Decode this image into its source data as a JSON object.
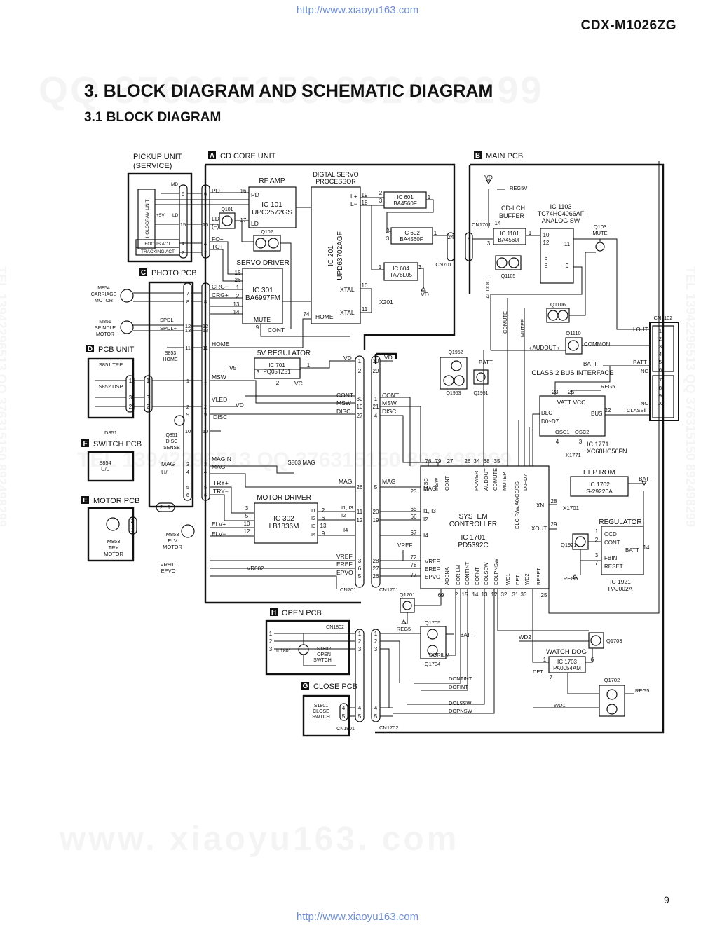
{
  "header": {
    "url_top": "http://www.xiaoyu163.com",
    "model": "CDX-M1026ZG",
    "title": "3. BLOCK DIAGRAM AND SCHEMATIC DIAGRAM",
    "subtitle": "3.1 BLOCK DIAGRAM"
  },
  "footer": {
    "url_bottom": "http://www.xiaoyu163.com",
    "page_number": "9"
  },
  "watermarks": {
    "top": "QQ 376315150  892498299",
    "bottom": "www. xiaoyu163. com",
    "side": "TEL 13942296513  QQ 376315150  892498299",
    "mid": "TEL 13942296513    QQ 376315150  892498299"
  },
  "sections": {
    "pickup": "PICKUP UNIT",
    "pickup_sub": "(SERVICE)",
    "A": {
      "letter": "A",
      "name": "CD CORE UNIT"
    },
    "B": {
      "letter": "B",
      "name": "MAIN PCB"
    },
    "C": {
      "letter": "C",
      "name": "PHOTO PCB"
    },
    "D": {
      "letter": "D",
      "name": "PCB UNIT"
    },
    "E": {
      "letter": "E",
      "name": "MOTOR PCB"
    },
    "F": {
      "letter": "F",
      "name": "SWITCH PCB"
    },
    "G": {
      "letter": "G",
      "name": "CLOSE PCB"
    },
    "H": {
      "letter": "H",
      "name": "OPEN PCB"
    }
  },
  "ics": {
    "ic101": {
      "func": "RF  AMP",
      "ref": "IC 101",
      "part": "UPC2572GS"
    },
    "ic201": {
      "func1": "DIGTAL SERVO",
      "func2": "PROCESSOR",
      "ref": "IC 201",
      "part": "UPD63702AGF"
    },
    "ic601": {
      "ref": "IC 601",
      "part": "BA4560F"
    },
    "ic602": {
      "ref": "IC 602",
      "part": "BA4560F"
    },
    "ic604": {
      "ref": "IC 604",
      "part": "TA78L05"
    },
    "ic301": {
      "func": "SERVO DRIVER",
      "ref": "IC 301",
      "part": "BA6997FM"
    },
    "ic701": {
      "func": "5V REGULATOR",
      "ref": "IC 701",
      "part": "PQ05TZ51"
    },
    "ic302": {
      "func": "MOTOR  DRIVER",
      "ref": "IC 302",
      "part": "LB1836M"
    },
    "ic1101": {
      "func1": "CD-LCH",
      "func2": "BUFFER",
      "ref": "IC 1101",
      "part": "BA4560F"
    },
    "ic1103": {
      "ref": "IC 1103",
      "part": "TC74HC4066AF",
      "func": "ANALOG SW"
    },
    "ic1771": {
      "func": "CLASS 2 BUS  INTERFACE",
      "ref": "IC 1771",
      "part": "XC68HC56FN"
    },
    "ic1702": {
      "func": "EEP ROM",
      "ref": "IC 1702",
      "part": "S-29220A"
    },
    "ic1701": {
      "func1": "SYSTEM",
      "func2": "CONTROLLER",
      "ref": "IC 1701",
      "part": "PD5392C"
    },
    "ic1921": {
      "func": "REGULATOR",
      "ref": "IC 1921",
      "part": "PAJ002A"
    },
    "ic1703": {
      "func": "WATCH DOG",
      "ref": "IC 1703",
      "part": "PA0054AM"
    }
  },
  "labels": {
    "hologram": "HOLOGRAM UNIT",
    "md": "MD",
    "p5v": "+5V",
    "ld": "LD",
    "focus_act": "FOCUS ACT",
    "tracking_act": "TRACKING ACT",
    "pd": "PD",
    "ld_neg": "(−)",
    "q101": "Q101",
    "q102": "Q102",
    "fo": "FO+",
    "to": "TO+",
    "l_plus": "L+",
    "l_minus": "L−",
    "xtal": "XTAL",
    "home": "HOME",
    "x201": "X201",
    "vd": "VD",
    "cn701": "CN701",
    "crg_m": "CRG−",
    "crg_p": "CRG+",
    "mute": "MUTE",
    "cont": "CONT",
    "m854": "M854",
    "carriage": "CARRIAGE",
    "motor": "MOTOR",
    "m851": "M851",
    "spindle": "SPINDLE",
    "spdl_m": "SPDL−",
    "spdl_p": "SPDL+",
    "s853": "S853",
    "s851": "S851 TRP",
    "s852": "S852 DSP",
    "d851": "D851",
    "msw": "MSW",
    "vled": "VLED",
    "disc": "DISC",
    "q851": "Q851",
    "sense": "SENSE",
    "s854": "S854",
    "ul": "U/L",
    "mag": "MAG",
    "magin": "MAGIN",
    "s803": "S803  MAG",
    "try_p": "TRY+",
    "try_m": "TRY−",
    "m853": "M853",
    "try": "TRY",
    "elv": "ELV",
    "elv_p": "ELV+",
    "elv_m": "ELV−",
    "i1": "I1",
    "i2": "I2",
    "i3": "I3",
    "i4": "I4",
    "i1i3": "I1, I3",
    "vr801": "VR801",
    "epvo": "EPVO",
    "vr802": "VR802",
    "vref": "VREF",
    "eref": "EREF",
    "v5": "V5",
    "vc": "VC",
    "cn1701": "CN1701",
    "reg5v": "REG5V",
    "q103": "Q103",
    "q1105": "Q1105",
    "audout": "AUDOUT",
    "cdmute": "CDMUTE",
    "mutep": "MUTEP",
    "q1106": "Q1106",
    "cn1102": "CN1102",
    "lout": "LOUT",
    "q1110": "Q1110",
    "common": "COMMON",
    "audout_br": "‹ AUDOUT ›",
    "batt": "BATT",
    "nc": "NC",
    "class2": "CLASSⅡ",
    "reg5": "REG5",
    "vatt_vcc": "VATT  VCC",
    "dlc": "DLC",
    "d0d7": "D0~D7",
    "bus": "BUS",
    "osc1": "OSC1",
    "osc2": "OSC2",
    "x1771": "X1771",
    "q1952": "Q1952",
    "q1953": "Q1953",
    "q1951": "Q1951",
    "power": "POWER",
    "dlc_rw": "DLC-R/W,A0/CE/CS",
    "xn": "XN",
    "xout": "XOUT",
    "x1701": "X1701",
    "adena": "ADENA",
    "dorilm": "DORILM",
    "dontint": "DONTINT",
    "dofnt": "DOFNT",
    "dolssw": "DOLSSW",
    "dolpnsw": "DOLPNSW",
    "wd1": "WD1",
    "det": "DET",
    "wd2": "WD2",
    "reset": "RESET",
    "q1701": "Q1701",
    "ocd": "OCD",
    "fbin": "FBIN",
    "q1921": "Q1921",
    "cn1802": "CN1802",
    "il1801": "IL1801",
    "s1802": "S1802",
    "open": "OPEN",
    "swtch": "SWTCH",
    "q1705": "Q1705",
    "q1704": "Q1704",
    "dofint": "DOFINT",
    "dopnsw": "DOPNSW",
    "s1801": "S1801",
    "close": "CLOSE",
    "cn1801": "CN1801",
    "cn1702": "CN1702",
    "q1703": "Q1703",
    "q1702": "Q1702"
  },
  "pins": {
    "pickup": [
      "6",
      "15",
      "4",
      "2"
    ],
    "ic101": [
      "16",
      "17"
    ],
    "ic201": [
      "19",
      "18",
      "10",
      "11",
      "74"
    ],
    "ic601": [
      "2",
      "3",
      "1"
    ],
    "ic602": [
      "2",
      "3",
      "1"
    ],
    "ic604": [
      "1",
      "3"
    ],
    "cn701_top": "24",
    "ic301": [
      "16",
      "26",
      "1",
      "2",
      "13",
      "14",
      "9"
    ],
    "photo": [
      "7",
      "8",
      "12",
      "13",
      "11"
    ],
    "pcb_unit": [
      "1",
      "3",
      "2"
    ],
    "core_left": [
      "1",
      "2",
      "9",
      "10",
      "3",
      "4",
      "5",
      "6"
    ],
    "motor_pcb": [
      "2",
      "1"
    ],
    "ic302_in": [
      "3",
      "5",
      "10",
      "12"
    ],
    "ic302_out": [
      "2",
      "6",
      "13",
      "9"
    ],
    "cn701": [
      "1",
      "2",
      "30",
      "10",
      "27",
      "26",
      "11",
      "12",
      "3",
      "6",
      "5"
    ],
    "cn1701": [
      "30",
      "29",
      "1",
      "21",
      "4",
      "5",
      "20",
      "19",
      "28",
      "27",
      "26"
    ],
    "ic701": [
      "3",
      "1",
      "2"
    ],
    "ic1101": [
      "14",
      "3",
      "1"
    ],
    "cn1701_b": "7",
    "ic1103": [
      "10",
      "12",
      "11",
      "6",
      "8",
      "9"
    ],
    "ic1771": [
      "23",
      "25",
      "22",
      "4",
      "3"
    ],
    "cn1102": [
      "1",
      "2",
      "3",
      "4",
      "5",
      "6",
      "7",
      "8",
      "9",
      "10"
    ],
    "ic1701_top": [
      "76",
      "79",
      "27",
      "26",
      "34",
      "68",
      "35"
    ],
    "ic1701_left": [
      "23",
      "65",
      "66",
      "67",
      "72",
      "78",
      "77"
    ],
    "ic1701_right": [
      "28",
      "29"
    ],
    "ic1701_bottom": [
      "69",
      "2",
      "15",
      "14",
      "13",
      "12",
      "32",
      "31",
      "33",
      "25"
    ],
    "ic1921": [
      "1",
      "2",
      "3",
      "7",
      "14"
    ],
    "open": [
      "1",
      "2",
      "3"
    ],
    "close": [
      "4",
      "5"
    ],
    "ic1703": [
      "1",
      "6",
      "7"
    ]
  }
}
